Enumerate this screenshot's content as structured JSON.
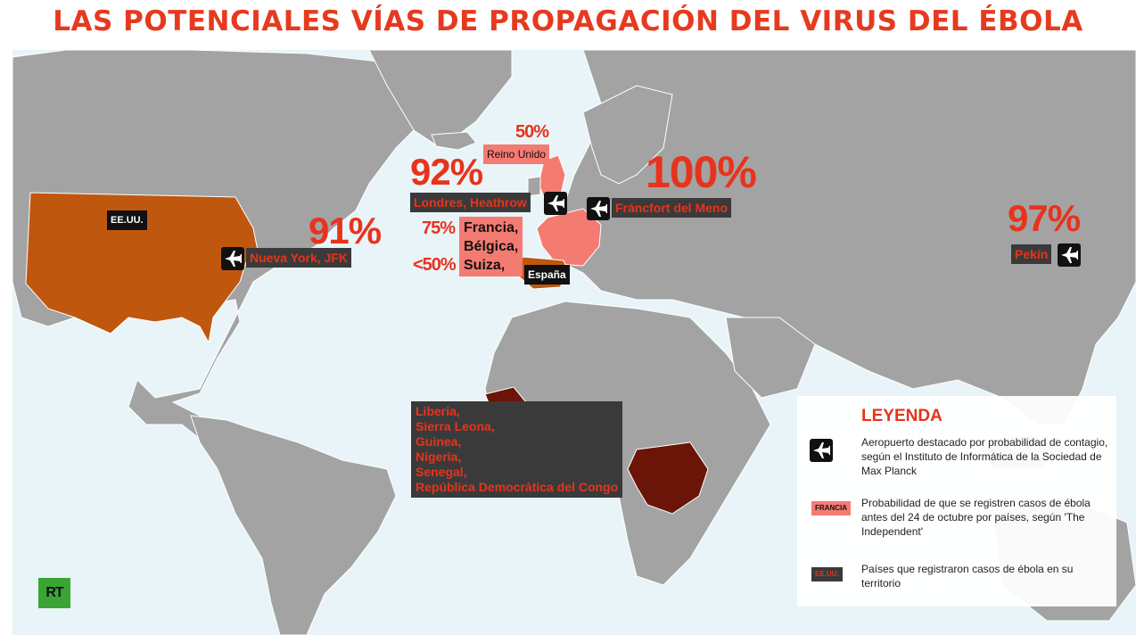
{
  "title": "LAS POTENCIALES VÍAS DE PROPAGACIÓN DEL VIRUS DEL ÉBOLA",
  "colors": {
    "title": "#e63a1f",
    "ocean": "#e8f4f8",
    "land": "#a3a3a3",
    "border": "#ffffff",
    "case_country": "#c0570e",
    "africa_country": "#6a1507",
    "probability_country": "#f47b72",
    "label_red": "#e8331c",
    "label_box": "#3a3a3a"
  },
  "airports": [
    {
      "pct": "91%",
      "label": "Nueva York, JFK"
    },
    {
      "pct": "92%",
      "label": "Londres, Heathrow"
    },
    {
      "pct": "100%",
      "label": "Fráncfort del Meno"
    },
    {
      "pct": "97%",
      "label": "Pekín"
    }
  ],
  "europe": {
    "uk_pct": "50%",
    "uk_label": "Reino Unido",
    "fr_pct": "75%",
    "fr_lower_pct": "<50%",
    "fr_countries": [
      "Francia,",
      "Bélgica,",
      "Suiza,"
    ],
    "spain_label": "España"
  },
  "usa_label": "EE.UU.",
  "africa_countries": [
    "Liberia,",
    "Sierra Leona,",
    "Guinea,",
    "Nigeria,",
    "Senegal,",
    "República Democrática del Congo"
  ],
  "legend": {
    "title": "LEYENDA",
    "airport_text": "Aeropuerto destacado por probabilidad de contagio, según el Instituto de Informática de la Sociedad de Max Planck",
    "probability_swatch": "FRANCIA",
    "probability_text": "Probabilidad de que se registren casos de ébola antes del 24 de octubre por países, según 'The Independent'",
    "cases_swatch": "EE.UU.",
    "cases_text": "Países que registraron casos de ébola en su territorio"
  },
  "logo": "RT"
}
